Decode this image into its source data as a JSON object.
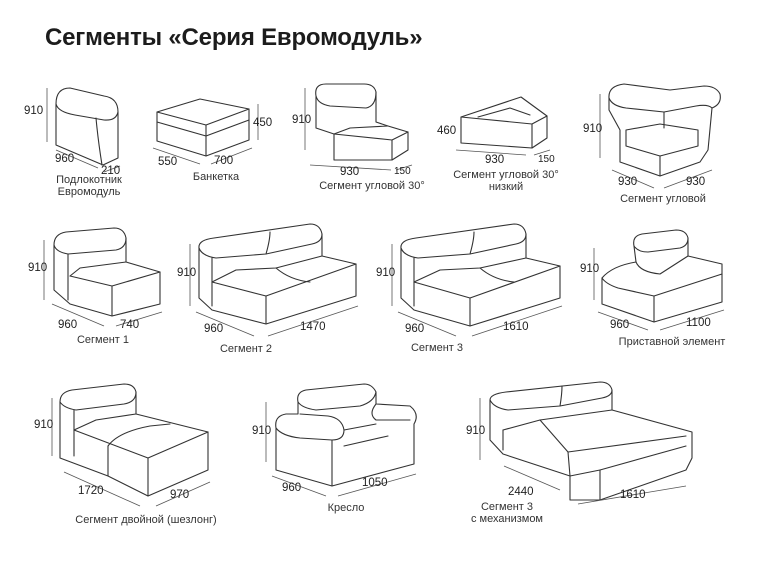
{
  "title": "Сегменты «Серия Евромодуль»",
  "items": [
    {
      "label_lines": [
        "Подлокотник",
        "Евромодуль"
      ],
      "dims": [
        "910",
        "960",
        "210"
      ]
    },
    {
      "label_lines": [
        "Банкетка"
      ],
      "dims": [
        "450",
        "550",
        "700"
      ]
    },
    {
      "label_lines": [
        "Сегмент угловой 30°"
      ],
      "dims": [
        "910",
        "930",
        "150"
      ]
    },
    {
      "label_lines": [
        "Сегмент угловой 30°",
        "низкий"
      ],
      "dims": [
        "460",
        "930",
        "150"
      ]
    },
    {
      "label_lines": [
        "Сегмент угловой"
      ],
      "dims": [
        "910",
        "930",
        "930"
      ]
    },
    {
      "label_lines": [
        "Сегмент 1"
      ],
      "dims": [
        "910",
        "960",
        "740"
      ]
    },
    {
      "label_lines": [
        "Сегмент 2"
      ],
      "dims": [
        "910",
        "960",
        "1470"
      ]
    },
    {
      "label_lines": [
        "Сегмент 3"
      ],
      "dims": [
        "910",
        "960",
        "1610"
      ]
    },
    {
      "label_lines": [
        "Приставной элемент"
      ],
      "dims": [
        "910",
        "960",
        "1100"
      ]
    },
    {
      "label_lines": [
        "Сегмент двойной (шезлонг)"
      ],
      "dims": [
        "910",
        "1720",
        "970"
      ]
    },
    {
      "label_lines": [
        "Кресло"
      ],
      "dims": [
        "910",
        "960",
        "1050"
      ]
    },
    {
      "label_lines": [
        "Сегмент 3",
        "с механизмом"
      ],
      "dims": [
        "910",
        "2440",
        "1610"
      ]
    }
  ]
}
